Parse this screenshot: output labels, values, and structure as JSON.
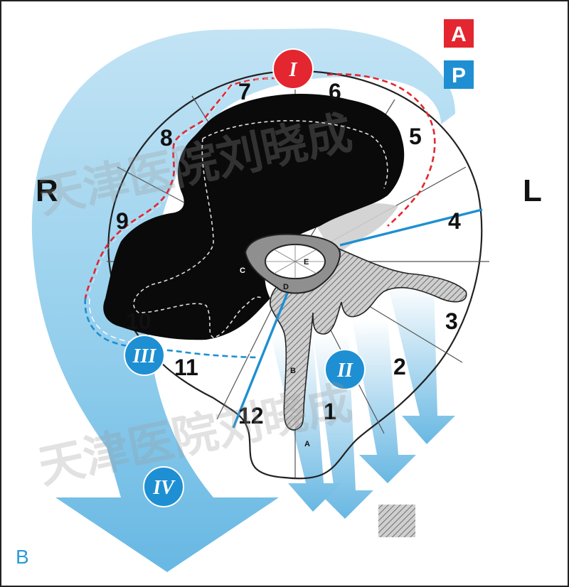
{
  "panel": {
    "label": "B"
  },
  "sides": {
    "right": "R",
    "left": "L"
  },
  "legend": {
    "items": [
      {
        "letter": "A",
        "color": "#e3262f"
      },
      {
        "letter": "P",
        "color": "#1e8fd2"
      }
    ]
  },
  "segments": [
    "1",
    "2",
    "3",
    "4",
    "5",
    "6",
    "7",
    "8",
    "9",
    "10",
    "11",
    "12"
  ],
  "zones": [
    {
      "label": "I",
      "color": "#e3262f"
    },
    {
      "label": "II",
      "color": "#1e8fd2"
    },
    {
      "label": "III",
      "color": "#1e8fd2"
    },
    {
      "label": "IV",
      "color": "#1e8fd2"
    }
  ],
  "structure_labels": [
    "A",
    "B",
    "C",
    "D",
    "E"
  ],
  "watermark": {
    "line1": "天津医院刘晓成",
    "line2": "天津医院刘晓成"
  }
}
